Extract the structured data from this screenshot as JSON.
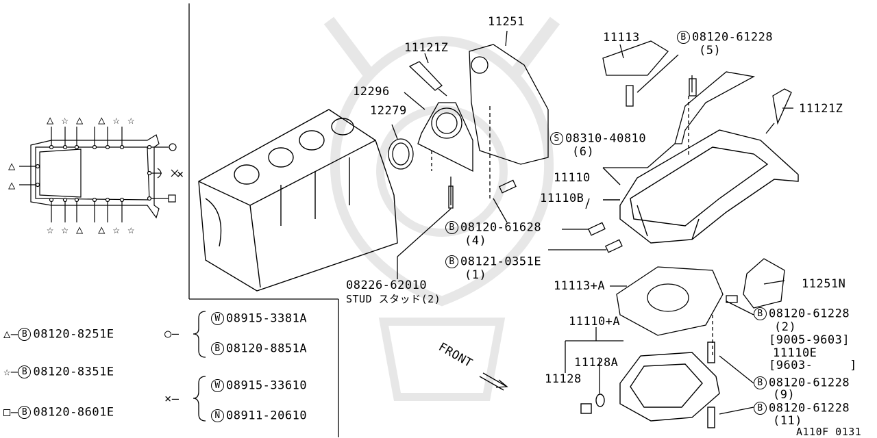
{
  "diagram_code": "A110F 0131",
  "parts": {
    "p11251": "11251",
    "p11121Z_top": "11121Z",
    "p11113": "11113",
    "bolt_5_code": "08120-61228",
    "bolt_5_qty": "(5)",
    "p12296": "12296",
    "p12279": "12279",
    "p11121Z_right": "11121Z",
    "screw_6_code": "08310-40810",
    "screw_6_qty": "(6)",
    "p11110": "11110",
    "p11110B": "11110B",
    "bolt_4_code": "08120-61628",
    "bolt_4_qty": "(4)",
    "bolt_1_code": "08121-0351E",
    "bolt_1_qty": "(1)",
    "stud_code": "08226-62010",
    "stud_desc": "STUD スタッド(2)",
    "p11113A": "11113+A",
    "p11251N": "11251N",
    "bolt_2_code": "08120-61228",
    "bolt_2_qty": "(2)",
    "range1": "[9005-9603]",
    "p11110E": "11110E",
    "range2": "[9603-     ]",
    "p11110A": "11110+A",
    "p11128A": "11128A",
    "p11128": "11128",
    "bolt_9_code": "08120-61228",
    "bolt_9_qty": "(9)",
    "bolt_11_code": "08120-61228",
    "bolt_11_qty": "(11)",
    "front": "FRONT"
  },
  "legend": {
    "triangle_code": "08120-8251E",
    "star_code": "08120-8351E",
    "square_code": "08120-8601E",
    "circle_w_code": "08915-3381A",
    "circle_b_code": "08120-8851A",
    "cross_w_code": "08915-33610",
    "cross_n_code": "08911-20610"
  },
  "markers": {
    "b": "B",
    "s": "S",
    "w": "W",
    "n": "N"
  }
}
